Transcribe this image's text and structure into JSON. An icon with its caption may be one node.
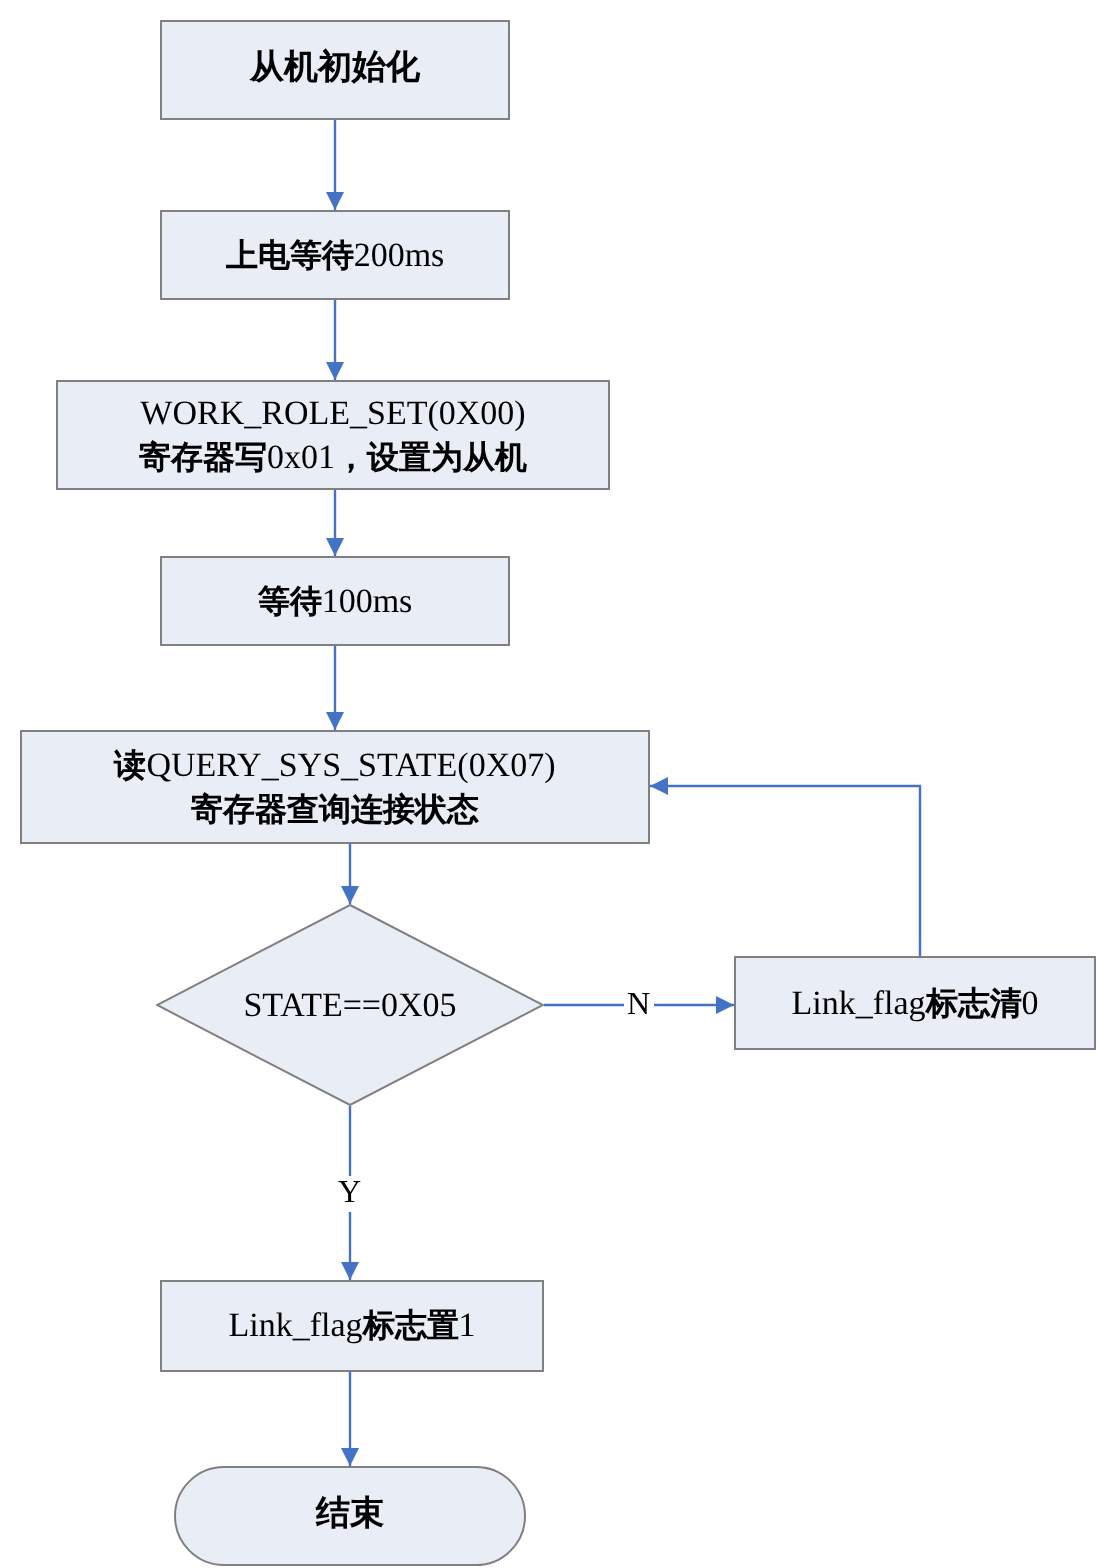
{
  "diagram": {
    "nodes": [
      {
        "text": [
          "从机初始化"
        ]
      },
      {
        "text": [
          "**上电等待**200ms"
        ]
      },
      {
        "text": [
          "WORK_ROLE_SET(0X00)",
          "**寄存器写**0x01**，设置为从机**"
        ]
      },
      {
        "text": [
          "**等待**100ms"
        ]
      },
      {
        "text": [
          "**读**QUERY_SYS_STATE(0X07)",
          "**寄存器查询连接状态**"
        ]
      },
      {
        "text": [
          "STATE==0X05"
        ]
      },
      {
        "text": [
          "Link_flag**标志清**0"
        ]
      },
      {
        "text": [
          "Link_flag**标志置**1"
        ]
      },
      {
        "text": [
          "结束"
        ]
      }
    ],
    "edges": [
      {
        "from": 0,
        "to": 1,
        "arrow": "to"
      },
      {
        "from": 1,
        "to": 2,
        "arrow": "to"
      },
      {
        "from": 2,
        "to": 3,
        "arrow": "to"
      },
      {
        "from": 3,
        "to": 4,
        "arrow": "to"
      },
      {
        "from": 4,
        "to": 5,
        "arrow": "to"
      },
      {
        "from": 5,
        "to": 6,
        "arrow": "to",
        "label": "N"
      },
      {
        "from": 6,
        "to": 4,
        "arrow": "to"
      },
      {
        "from": 5,
        "to": 7,
        "arrow": "to",
        "label": "Y"
      },
      {
        "from": 7,
        "to": 8,
        "arrow": "to"
      }
    ]
  }
}
